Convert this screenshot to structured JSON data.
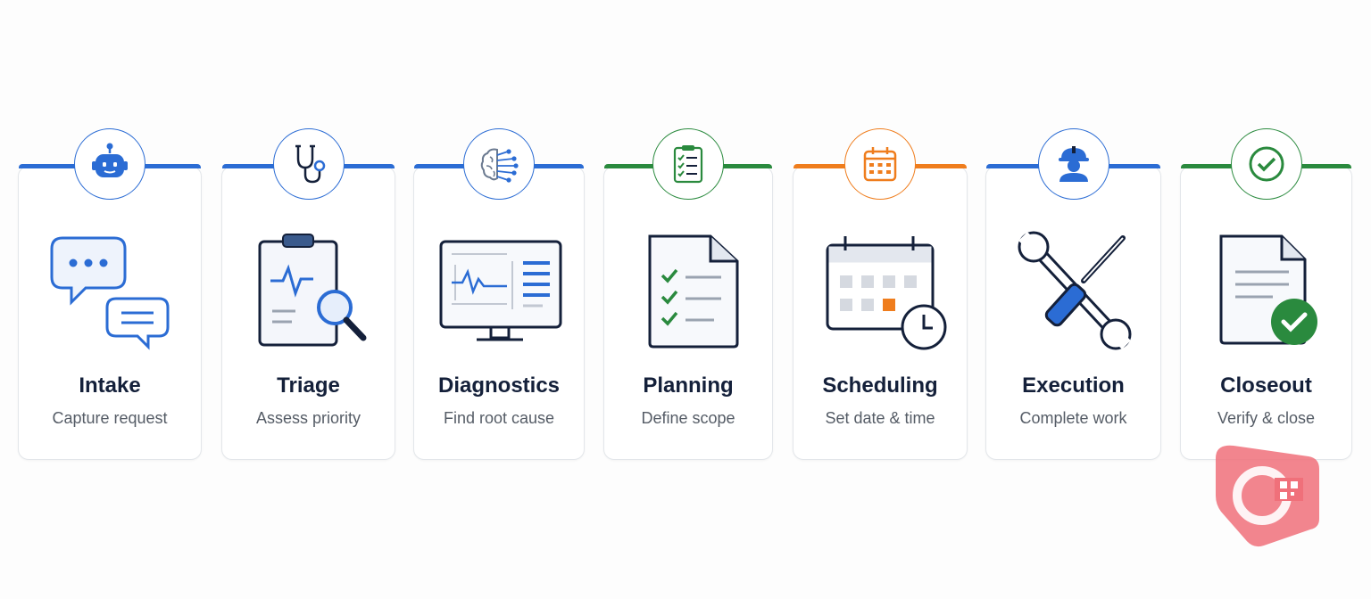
{
  "colors": {
    "blue": "#2b6cd4",
    "green": "#2a8a3e",
    "orange": "#ef7d1d",
    "navy": "#14203a"
  },
  "steps": [
    {
      "title": "Intake",
      "subtitle": "Capture request",
      "accent": "blue",
      "badge_icon": "robot-icon",
      "illustration": "chat-bubbles-icon"
    },
    {
      "title": "Triage",
      "subtitle": "Assess priority",
      "accent": "blue",
      "badge_icon": "stethoscope-icon",
      "illustration": "clipboard-magnifier-icon"
    },
    {
      "title": "Diagnostics",
      "subtitle": "Find root cause",
      "accent": "blue",
      "badge_icon": "brain-circuit-icon",
      "illustration": "monitor-waveform-icon"
    },
    {
      "title": "Planning",
      "subtitle": "Define scope",
      "accent": "green",
      "badge_icon": "checklist-clipboard-icon",
      "illustration": "checklist-document-icon"
    },
    {
      "title": "Scheduling",
      "subtitle": "Set date & time",
      "accent": "orange",
      "badge_icon": "calendar-icon",
      "illustration": "calendar-clock-icon"
    },
    {
      "title": "Execution",
      "subtitle": "Complete work",
      "accent": "blue",
      "badge_icon": "worker-hardhat-icon",
      "illustration": "wrench-screwdriver-icon"
    },
    {
      "title": "Closeout",
      "subtitle": "Verify & close",
      "accent": "green",
      "badge_icon": "checkmark-circle-icon",
      "illustration": "document-check-icon"
    }
  ]
}
